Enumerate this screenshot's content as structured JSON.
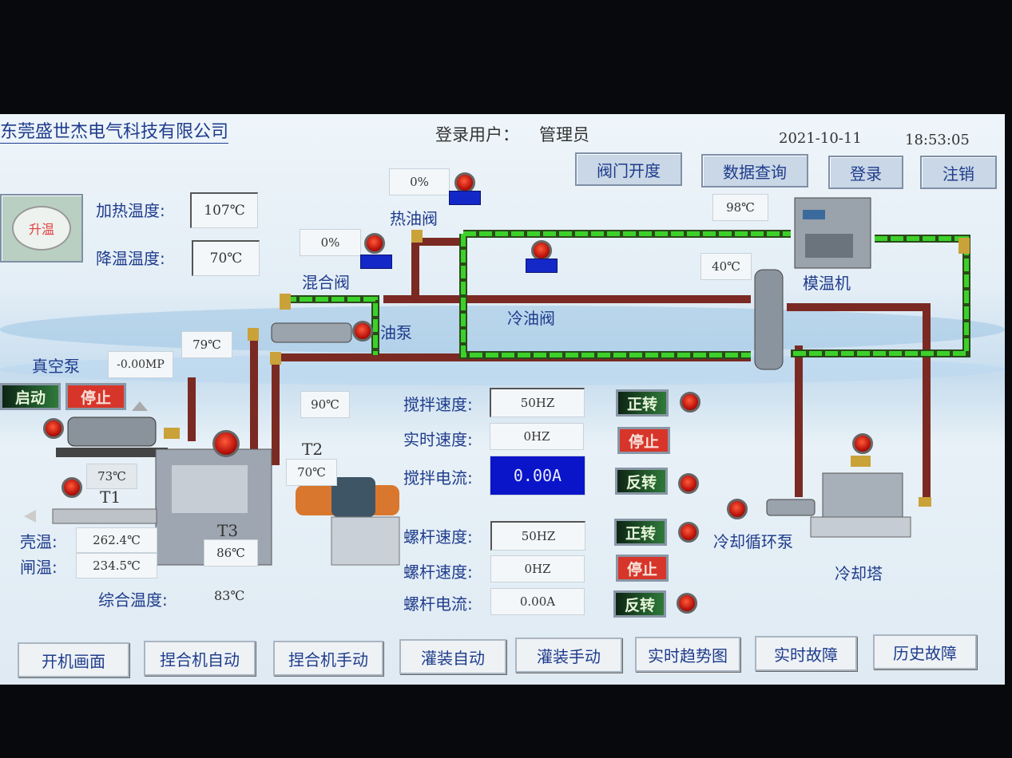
{
  "header": {
    "company": "东莞盛世杰电气科技有限公司",
    "login_user_label": "登录用户：",
    "login_user": "管理员",
    "date": "2021-10-11",
    "time": "18:53:05"
  },
  "top_buttons": {
    "valve_opening": "阀门开度",
    "data_query": "数据查询",
    "login": "登录",
    "logout": "注销"
  },
  "heating": {
    "heat_button": "升温",
    "heat_temp_label": "加热温度:",
    "heat_temp": "107℃",
    "cool_temp_label": "降温温度:",
    "cool_temp": "70℃"
  },
  "valves": {
    "hot_oil_valve": {
      "label": "热油阀",
      "opening": "0%"
    },
    "mix_valve": {
      "label": "混合阀",
      "opening": "0%"
    },
    "cold_oil_valve": {
      "label": "冷油阀"
    }
  },
  "oil_pump": {
    "label": "油泵"
  },
  "temps": {
    "pipe_98": "98℃",
    "pipe_40": "40℃",
    "pipe_79": "79℃",
    "pipe_90": "90℃",
    "t1_label": "T1",
    "t1": "73℃",
    "t2_label": "T2",
    "t2": "70℃",
    "t3_label": "T3",
    "t3": "86℃"
  },
  "mold_temp_machine": {
    "label": "模温机"
  },
  "vacuum_pump": {
    "label": "真空泵",
    "pressure": "-0.00MP",
    "start": "启动",
    "stop": "停止"
  },
  "kneader": {
    "shell_temp_label": "壳温:",
    "shell_temp": "262.4℃",
    "gate_temp_label": "闸温:",
    "gate_temp": "234.5℃",
    "overall_temp_label": "综合温度:",
    "overall_temp": "83℃"
  },
  "mixer": {
    "speed_label": "搅拌速度:",
    "speed": "50HZ",
    "realtime_label": "实时速度:",
    "realtime": "0HZ",
    "current_label": "搅拌电流:",
    "current": "0.00A",
    "forward": "正转",
    "stop": "停止",
    "reverse": "反转"
  },
  "screw": {
    "speed_label": "螺杆速度:",
    "speed": "50HZ",
    "realtime_label": "螺杆速度:",
    "realtime": "0HZ",
    "current_label": "螺杆电流:",
    "current": "0.00A",
    "forward": "正转",
    "stop": "停止",
    "reverse": "反转"
  },
  "cooling": {
    "pump_label": "冷却循环泵",
    "tower_label": "冷却塔"
  },
  "nav": [
    "开机画面",
    "捏合机自动",
    "捏合机手动",
    "灌装自动",
    "灌装手动",
    "实时趋势图",
    "实时故障",
    "历史故障"
  ],
  "colors": {
    "hot_pipe": "#7a2a22",
    "flow_pipe": "#3cd12a",
    "actuator": "#1428c8",
    "lamp": "#d4180e",
    "current_bg": "#0a14c8"
  }
}
